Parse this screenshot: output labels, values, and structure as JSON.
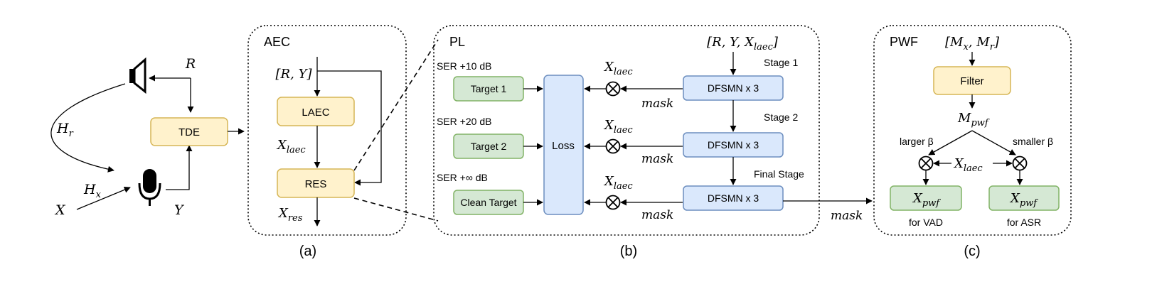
{
  "panels": {
    "aec": {
      "title": "AEC",
      "caption": "(a)"
    },
    "pl": {
      "title": "PL",
      "caption": "(b)"
    },
    "pwf": {
      "title": "PWF",
      "caption": "(c)"
    }
  },
  "left_scene": {
    "r_label": "R",
    "hr_label": "Hr",
    "hx_label": "Hx",
    "x_label": "X",
    "y_label": "Y",
    "tde_label": "TDE",
    "speaker_icon": "speaker-icon",
    "microphone_icon": "microphone-icon"
  },
  "aec": {
    "input_label": "[R, Y]",
    "laec_label": "LAEC",
    "xlaec_label": "Xlaec",
    "res_label": "RES",
    "xres_label": "Xres"
  },
  "pl": {
    "input_label": "[R, Y, Xlaec]",
    "loss_label": "Loss",
    "ser_labels": [
      "SER +10 dB",
      "SER +20 dB",
      "SER +∞ dB"
    ],
    "targets": [
      "Target 1",
      "Target 2",
      "Clean Target"
    ],
    "stage_labels": [
      "Stage 1",
      "Stage 2",
      "Final Stage"
    ],
    "dfsmn_labels": [
      "DFSMN x 3",
      "DFSMN x 3",
      "DFSMN x 3"
    ],
    "xlaec_labels": [
      "Xlaec",
      "Xlaec",
      "Xlaec"
    ],
    "mask_labels": [
      "mask",
      "mask",
      "mask"
    ],
    "output_mask_label": "mask"
  },
  "pwf": {
    "input_label": "[Mx, Mr]",
    "filter_label": "Filter",
    "mpwf_label": "Mpwf",
    "larger_beta": "larger β",
    "smaller_beta": "smaller β",
    "xlaec_label": "Xlaec",
    "outputs": [
      "Xpwf",
      "Xpwf"
    ],
    "output_captions": [
      "for VAD",
      "for ASR"
    ]
  },
  "colors": {
    "yellow_fill": "#fff2cc",
    "yellow_stroke": "#d6b656",
    "green_fill": "#d5e8d4",
    "green_stroke": "#82b366",
    "blue_fill": "#dae8fc",
    "blue_stroke": "#6c8ebf"
  }
}
